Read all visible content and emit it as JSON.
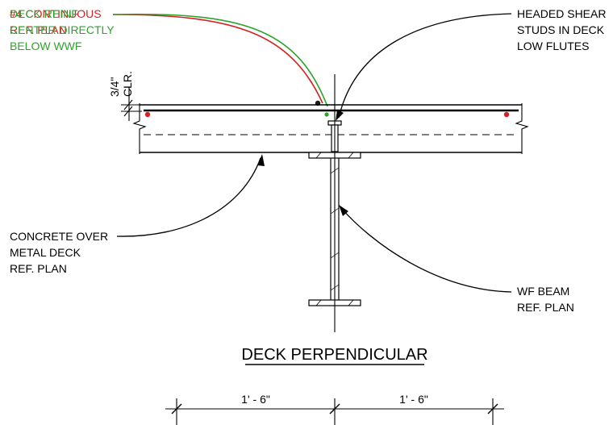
{
  "labels": {
    "red_callout": [
      "#4 CONTINUOUS",
      "REF. PLAN"
    ],
    "green_callout": [
      "DECK REINF",
      "CENTER DIRECTLY",
      "BELOW WWF"
    ],
    "studs": [
      "HEADED SHEAR",
      "STUDS IN DECK",
      "LOW FLUTES"
    ],
    "concrete": [
      "CONCRETE OVER",
      "METAL DECK",
      "REF. PLAN"
    ],
    "beam": [
      "WF BEAM",
      "REF. PLAN"
    ],
    "clearance": [
      "3/4\"",
      "CLR."
    ]
  },
  "title": "DECK PERPENDICULAR",
  "dimensions": [
    "1' - 6\"",
    "1' - 6\""
  ],
  "colors": {
    "line": "#000000",
    "red": "#d42020",
    "green": "#2aa52a"
  }
}
